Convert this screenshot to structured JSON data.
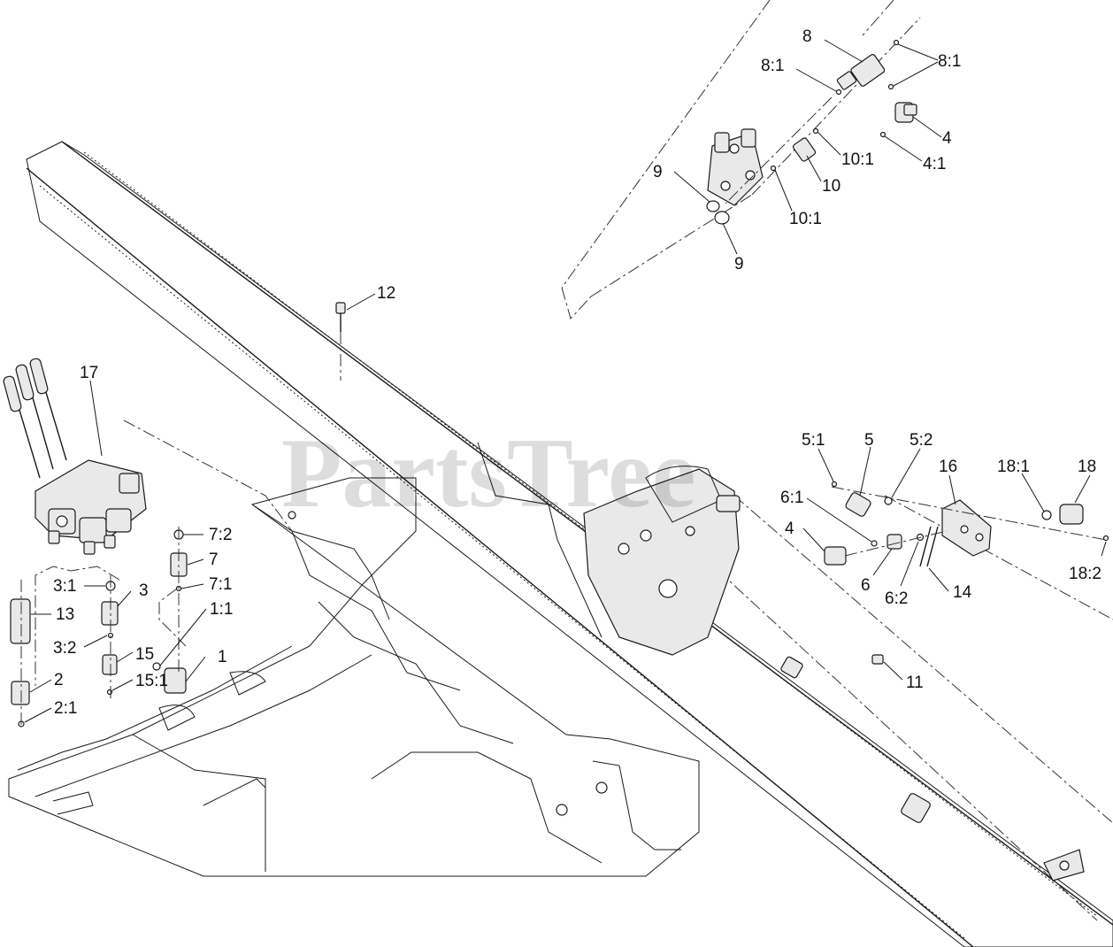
{
  "watermark": "PartsTree",
  "callouts": [
    {
      "key": "c8",
      "label": "8"
    },
    {
      "key": "c8_1a",
      "label": "8:1"
    },
    {
      "key": "c8_1b",
      "label": "8:1"
    },
    {
      "key": "c4a",
      "label": "4"
    },
    {
      "key": "c4_1",
      "label": "4:1"
    },
    {
      "key": "c10_1a",
      "label": "10:1"
    },
    {
      "key": "c10",
      "label": "10"
    },
    {
      "key": "c10_1b",
      "label": "10:1"
    },
    {
      "key": "c9a",
      "label": "9"
    },
    {
      "key": "c9b",
      "label": "9"
    },
    {
      "key": "c12",
      "label": "12"
    },
    {
      "key": "c17",
      "label": "17"
    },
    {
      "key": "c5_1",
      "label": "5:1"
    },
    {
      "key": "c5",
      "label": "5"
    },
    {
      "key": "c5_2",
      "label": "5:2"
    },
    {
      "key": "c16",
      "label": "16"
    },
    {
      "key": "c18_1",
      "label": "18:1"
    },
    {
      "key": "c18",
      "label": "18"
    },
    {
      "key": "c6_1",
      "label": "6:1"
    },
    {
      "key": "c4b",
      "label": "4"
    },
    {
      "key": "c6",
      "label": "6"
    },
    {
      "key": "c6_2",
      "label": "6:2"
    },
    {
      "key": "c14",
      "label": "14"
    },
    {
      "key": "c18_2",
      "label": "18:2"
    },
    {
      "key": "c7_2",
      "label": "7:2"
    },
    {
      "key": "c7",
      "label": "7"
    },
    {
      "key": "c7_1",
      "label": "7:1"
    },
    {
      "key": "c3_1",
      "label": "3:1"
    },
    {
      "key": "c3",
      "label": "3"
    },
    {
      "key": "c1_1",
      "label": "1:1"
    },
    {
      "key": "c13",
      "label": "13"
    },
    {
      "key": "c1",
      "label": "1"
    },
    {
      "key": "c3_2",
      "label": "3:2"
    },
    {
      "key": "c15",
      "label": "15"
    },
    {
      "key": "c15_1",
      "label": "15:1"
    },
    {
      "key": "c2",
      "label": "2"
    },
    {
      "key": "c2_1",
      "label": "2:1"
    },
    {
      "key": "c11",
      "label": "11"
    }
  ]
}
